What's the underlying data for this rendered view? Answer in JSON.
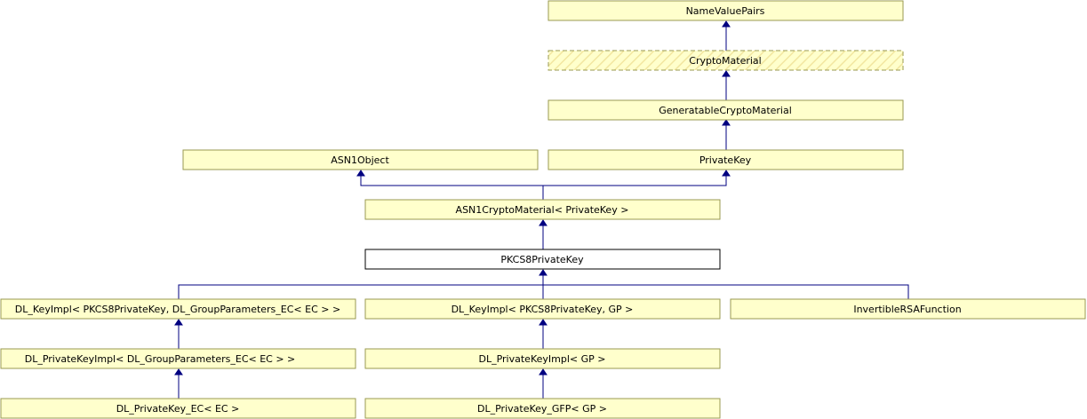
{
  "nodes": {
    "namevaluepairs": "NameValuePairs",
    "cryptomaterial": "CryptoMaterial",
    "generatablecryptomaterial": "GeneratableCryptoMaterial",
    "asn1object": "ASN1Object",
    "privatekey": "PrivateKey",
    "asn1cryptomaterial": "ASN1CryptoMaterial< PrivateKey >",
    "pkcs8privatekey": "PKCS8PrivateKey",
    "dl_keyimpl_ec": "DL_KeyImpl< PKCS8PrivateKey, DL_GroupParameters_EC< EC > >",
    "dl_keyimpl_gp": "DL_KeyImpl< PKCS8PrivateKey, GP >",
    "invertiblersafunction": "InvertibleRSAFunction",
    "dl_privatekeyimpl_ec": "DL_PrivateKeyImpl< DL_GroupParameters_EC< EC > >",
    "dl_privatekeyimpl_gp": "DL_PrivateKeyImpl< GP >",
    "dl_privatekey_ec": "DL_PrivateKey_EC< EC >",
    "dl_privatekey_gfp": "DL_PrivateKey_GFP< GP >"
  },
  "colors": {
    "node_fill": "#ffffcc",
    "node_border": "#9a9a52",
    "focus_fill": "#ffffff",
    "focus_border": "#000000",
    "edge": "#000080",
    "hatch": "#f2e6a0"
  }
}
